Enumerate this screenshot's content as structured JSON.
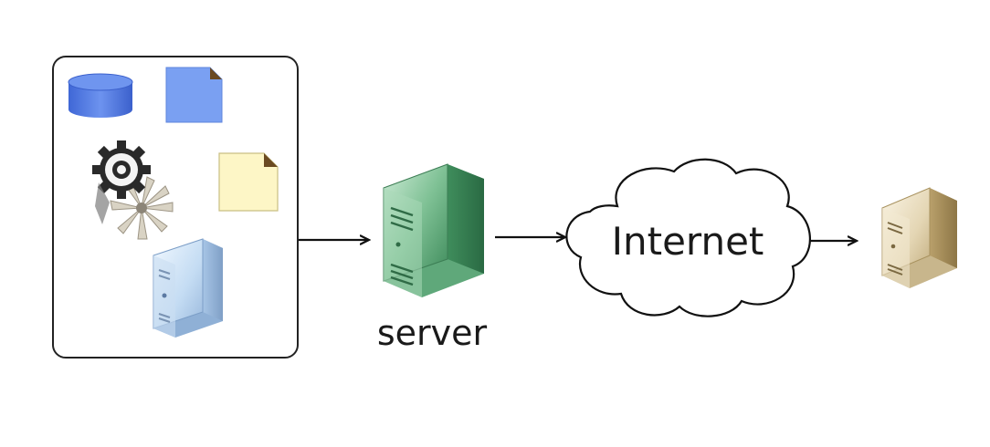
{
  "diagram": {
    "nodes": {
      "source_group": {
        "contents": [
          "database-icon",
          "blue-document-icon",
          "gears-icon",
          "yellow-document-icon",
          "blue-server-icon"
        ]
      },
      "server": {
        "label": "server",
        "icon": "green-server-icon"
      },
      "internet": {
        "label": "Internet",
        "icon": "cloud-shape"
      },
      "client": {
        "icon": "beige-server-icon"
      }
    },
    "edges": [
      {
        "from": "source_group",
        "to": "server"
      },
      {
        "from": "server",
        "to": "internet"
      },
      {
        "from": "internet",
        "to": "client"
      }
    ],
    "colors": {
      "database": "#5a82e6",
      "blue_document": "#7aa0f2",
      "yellow_document": "#fdf6c6",
      "document_fold": "#6b4a22",
      "green_server": "#5fa87a",
      "blue_server": "#b9d6f2",
      "beige_server": "#d8c8a4",
      "stroke": "#111111"
    }
  }
}
